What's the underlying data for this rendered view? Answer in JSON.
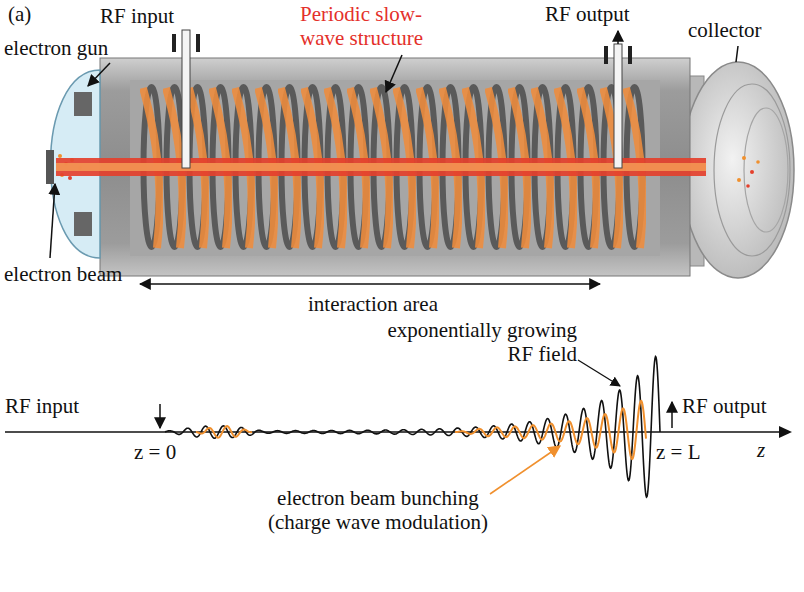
{
  "diagram": {
    "labels": [
      "(a)",
      "RF input",
      "Periodic slow- wave structure",
      "RF output",
      "collector",
      "electron gun",
      "electron beam",
      "interaction area",
      "exponentially growing RF field",
      "RF input",
      "RF output",
      "z = 0",
      "z = L",
      "z",
      "electron beam bunching (charge wave modulation)"
    ]
  }
}
